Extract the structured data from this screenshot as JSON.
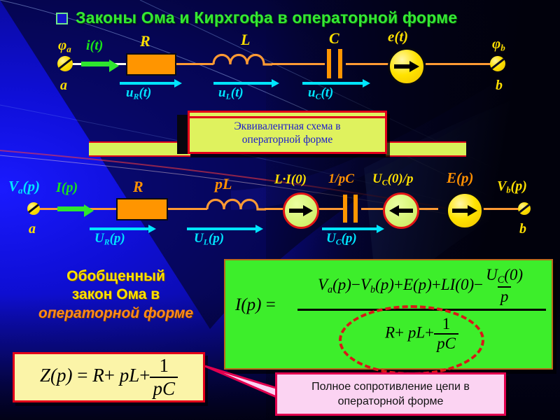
{
  "slide": {
    "title": "Законы Ома и Кирхгофа в операторной форме",
    "bullet_icon": "square-bullet-icon",
    "accent_colors": {
      "title_green": "#34e834",
      "wire_orange": "#ff9a33",
      "voltage_cyan": "#00e5ff",
      "current_green": "#2ee62e",
      "node_yellow": "#ffe000",
      "formula_green": "#3dee2b",
      "callout_pink": "#fbd3f2",
      "banner_yellow": "#dff25e",
      "border_red": "#e2001a"
    }
  },
  "circuit_time": {
    "caption": "time-domain-circuit",
    "left_node_potential": "φ",
    "left_node_potential_sub": "a",
    "left_node_label": "a",
    "current_label": "i(t)",
    "resistor_label": "R",
    "inductor_label": "L",
    "capacitor_label": "C",
    "source_label": "e(t)",
    "right_node_potential": "φ",
    "right_node_potential_sub": "b",
    "right_node_label": "b",
    "u_r": "u",
    "u_r_sub": "R",
    "u_r_arg": "(t)",
    "u_l": "u",
    "u_l_sub": "L",
    "u_l_arg": "(t)",
    "u_c": "u",
    "u_c_sub": "C",
    "u_c_arg": "(t)"
  },
  "ribbon": {
    "line1": "Эквивалентная схема в",
    "line2": "операторной форме"
  },
  "circuit_operator": {
    "caption": "operator-domain-circuit",
    "left_node_label_main": "V",
    "left_node_label_sub": "a",
    "left_node_label_arg": "(p)",
    "left_terminal": "a",
    "current_label_main": "I",
    "current_label_arg": "(p)",
    "resistor_label": "R",
    "inductor_label": "pL",
    "source_li0": "L·I(0)",
    "capacitor_label": "1/pC",
    "source_uc0": "U",
    "source_uc0_sub": "C",
    "source_uc0_arg": "(0)/p",
    "source_ep_main": "E",
    "source_ep_arg": "(p)",
    "right_node_label_main": "V",
    "right_node_label_sub": "b",
    "right_node_label_arg": "(p)",
    "right_terminal": "b",
    "u_r": "U",
    "u_r_sub": "R",
    "u_r_arg": "(p)",
    "u_l": "U",
    "u_l_sub": "L",
    "u_l_arg": "(p)",
    "u_c": "U",
    "u_c_sub": "C",
    "u_c_arg": "(p)"
  },
  "law_heading": {
    "line1": "Обобщенный",
    "line2": "закон Ома в",
    "line3": "операторной форме"
  },
  "main_formula": {
    "lhs": "I(p) =",
    "numerator": "V_a(p) − V_b(p) + E(p) + LI(0) − U_C(0)/p",
    "denominator": "R + pL + 1/pC",
    "tokens": {
      "I": "I",
      "p_paren": "(p)",
      "eq": "=",
      "V": "V",
      "a": "a",
      "b": "b",
      "minus": "−",
      "plus": "+",
      "E": "E",
      "L": "L",
      "I0": "I",
      "zero_paren": "(0)",
      "U": "U",
      "C": "C",
      "p": "p",
      "R": "R",
      "pL": "pL",
      "one": "1",
      "pC": "pC"
    },
    "highlight": "dashed-ellipse-around-denominator"
  },
  "z_formula": {
    "text": "Z(p) = R + pL + 1/pC",
    "tokens": {
      "Z": "Z",
      "p_paren": "(p)",
      "eq": "=",
      "R": "R",
      "plus": "+",
      "pL": "pL",
      "one": "1",
      "pC": "pC"
    }
  },
  "pink_callout": {
    "line1": "Полное сопротивление цепи в",
    "line2": "операторной форме"
  }
}
